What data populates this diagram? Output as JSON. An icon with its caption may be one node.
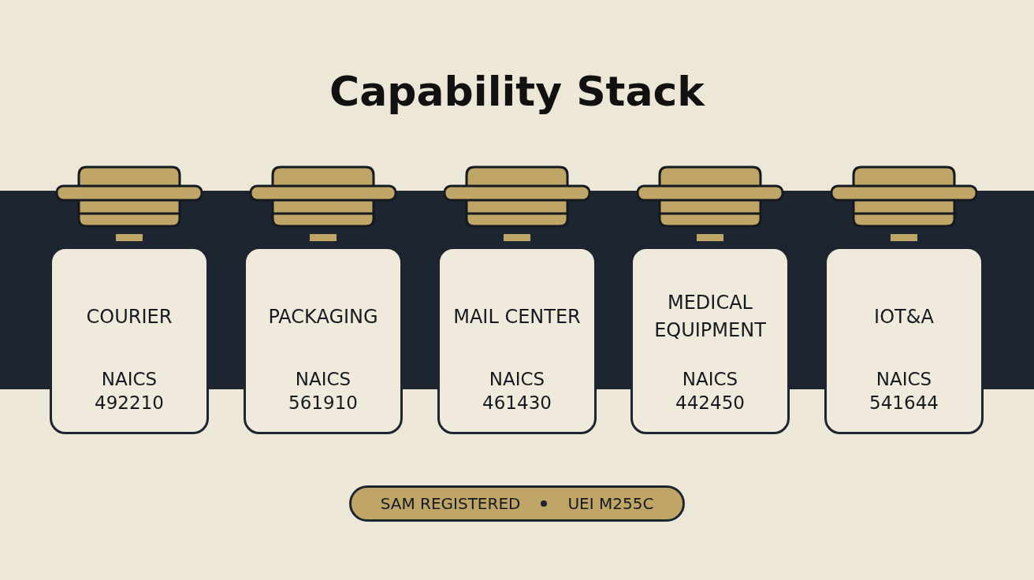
{
  "diagram": {
    "title": "Capability Stack",
    "nodes": [
      {
        "text": [
          "COURIER",
          "NAICS 492210"
        ]
      },
      {
        "text": [
          "PACKAGING",
          "NAICS 561910"
        ]
      },
      {
        "text": [
          "MAIL CENTER",
          "NAICS 461430"
        ]
      },
      {
        "text": [
          "MEDICAL EQUIPMENT",
          "NAICS 442450"
        ]
      },
      {
        "text": [
          "IOT&A",
          "NAICS 541644"
        ]
      },
      {
        "text": [
          "SAM REGISTERED",
          "UEI M255C"
        ]
      }
    ]
  }
}
